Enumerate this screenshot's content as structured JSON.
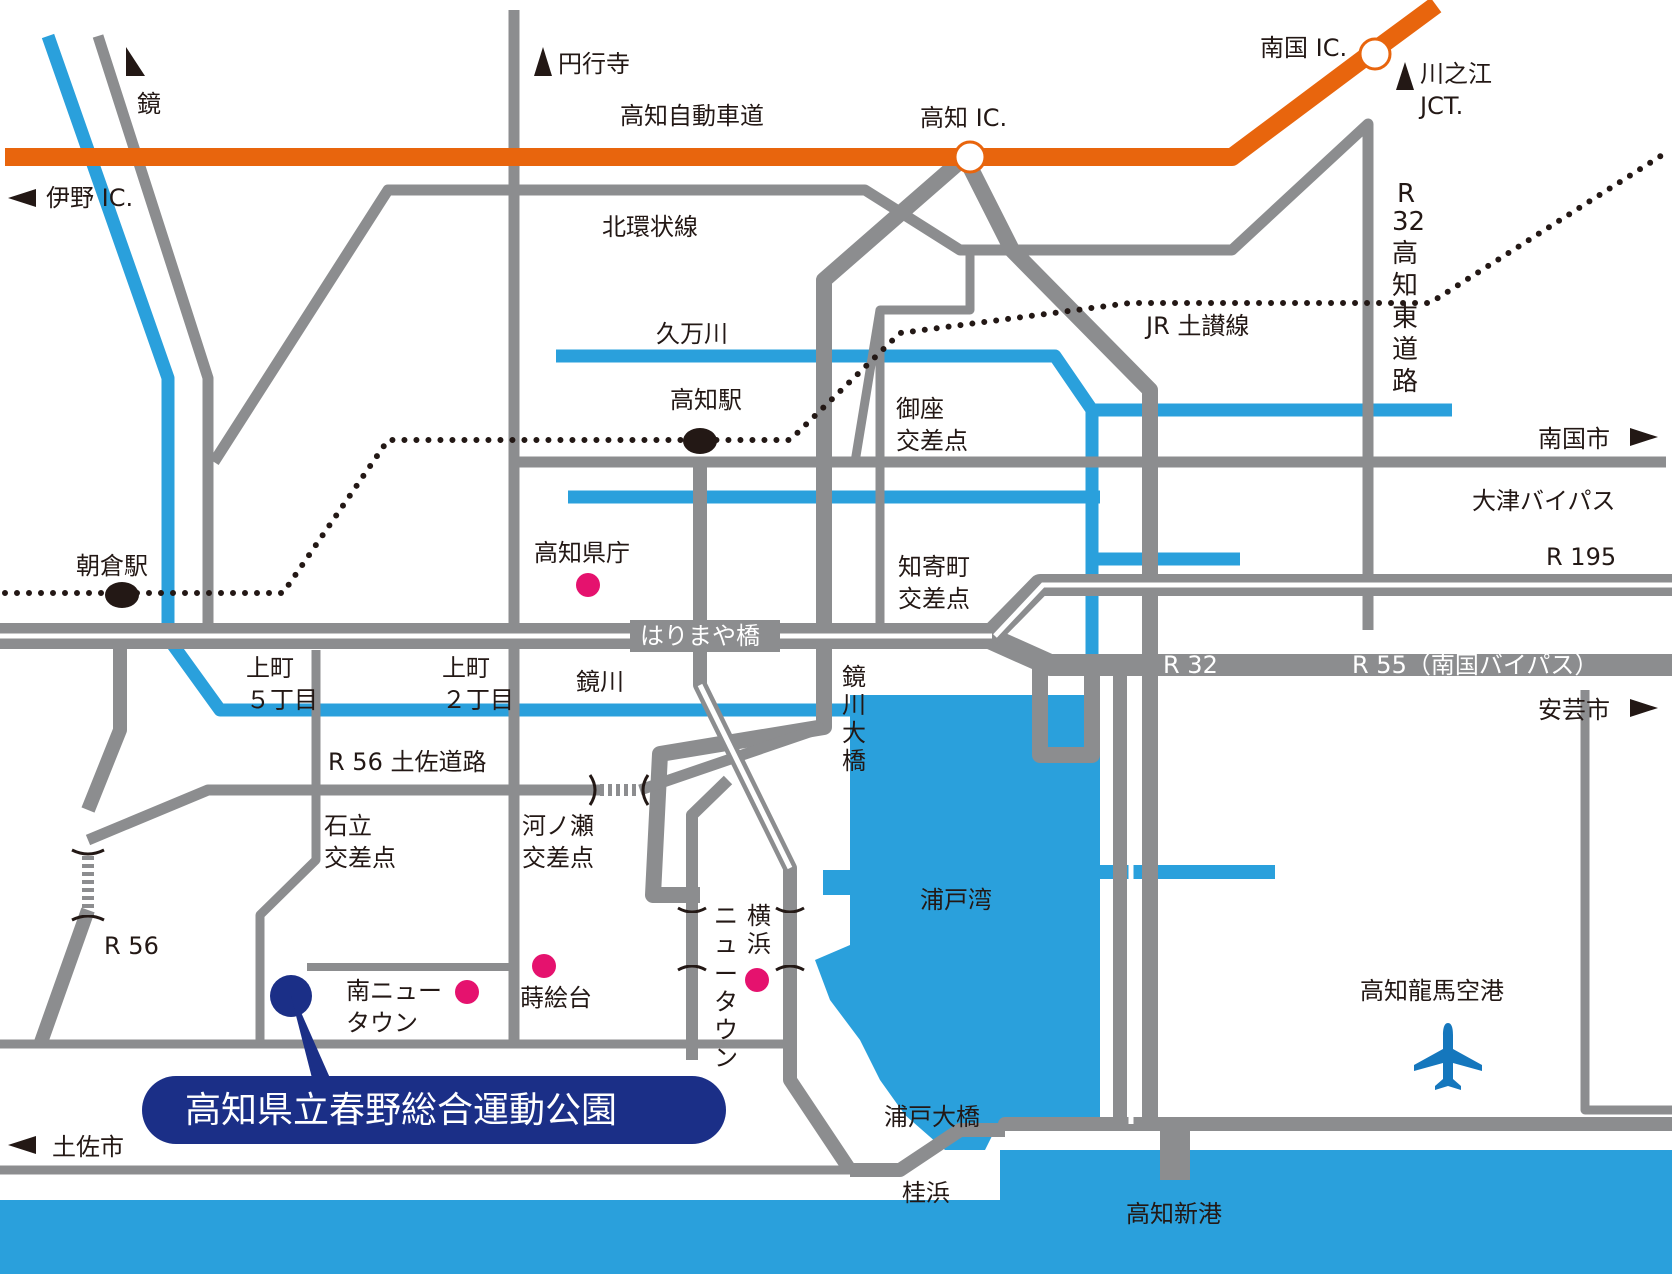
{
  "colors": {
    "road": "#8c8d8f",
    "water": "#2aa0dc",
    "expressway": "#e8650d",
    "rail": "#231815",
    "station": "#231815",
    "landmark": "#e5126e",
    "park_marker": "#1b2f87",
    "text": "#231815"
  },
  "icons": {
    "airport": "airplane-icon",
    "interchange": "interchange-circle-icon",
    "station": "station-oval-icon",
    "landmark": "landmark-dot-icon",
    "direction": "triangle-arrow-icon"
  },
  "directions": {
    "kagami": "鏡",
    "engyoji": "円行寺",
    "ino_ic": "伊野 IC.",
    "kawanoe": "川之江",
    "kawanoe_2": "JCT.",
    "nankoku_city": "南国市",
    "aki_city": "安芸市",
    "tosa_city": "土佐市"
  },
  "interchanges": {
    "nankoku_ic": "南国 IC.",
    "kochi_ic": "高知 IC."
  },
  "roads": {
    "expressway": "高知自動車道",
    "kita_kanjo": "北環状線",
    "r32_vertical": [
      "R",
      "32",
      "高",
      "知",
      "東",
      "道",
      "路"
    ],
    "otsu_bypass": "大津バイパス",
    "r195": "R 195",
    "r32": "R 32",
    "r55": "R 55（南国バイパス）",
    "r56_tosa": "R 56 土佐道路",
    "r56": "R 56",
    "harimaya": "はりまや橋"
  },
  "rail": {
    "dosan_line": "JR 土讃線",
    "kochi_station": "高知駅",
    "asakura_station": "朝倉駅"
  },
  "rivers": {
    "kuma": "久万川",
    "kagami": "鏡川"
  },
  "intersections": {
    "goza": [
      "御座",
      "交差点"
    ],
    "chiyorimachi": [
      "知寄町",
      "交差点"
    ],
    "kamimachi5": [
      "上町",
      "５丁目"
    ],
    "kamimachi2": [
      "上町",
      "２丁目"
    ],
    "ishitate": [
      "石立",
      "交差点"
    ],
    "konose": [
      "河ノ瀬",
      "交差点"
    ]
  },
  "bridges": {
    "kagamigawa": [
      "鏡",
      "川",
      "大",
      "橋"
    ],
    "urado": "浦戸大橋"
  },
  "landmarks": {
    "prefectural_office": "高知県庁",
    "makie": "蒔絵台",
    "minami_new_town": [
      "南ニュー",
      "タウン"
    ],
    "yokohama_new_town": [
      "横",
      "浜"
    ],
    "yokohama_new_town_2": [
      "ニ",
      "ュ",
      "ー",
      "タ",
      "ウ",
      "ン"
    ]
  },
  "places": {
    "urado_bay": "浦戸湾",
    "airport": "高知龍馬空港",
    "katsurahama": "桂浜",
    "shinko": "高知新港"
  },
  "park": {
    "name": "高知県立春野総合運動公園"
  }
}
